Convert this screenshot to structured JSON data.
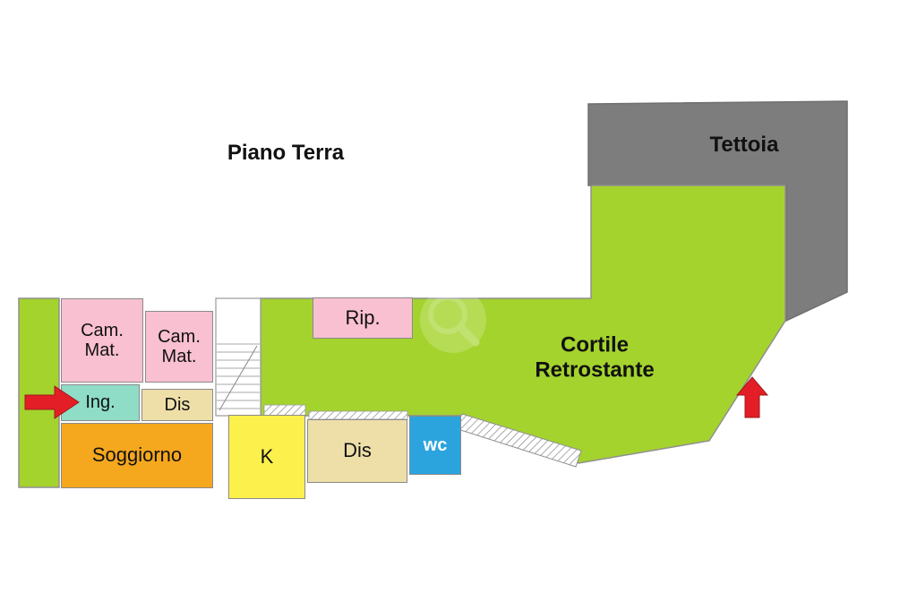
{
  "title": "Piano Terra",
  "colors": {
    "green": "#a4d32e",
    "gray": "#7d7d7d",
    "pink": "#f9c0d1",
    "teal": "#8fdcc7",
    "beige": "#eedfa9",
    "orange": "#f5a71e",
    "yellow": "#fcf04c",
    "blue": "#2ba4de",
    "arrow_red": "#e41e26"
  },
  "areas": {
    "tettoia": {
      "label": "Tettoia"
    },
    "cortile": {
      "label": "Cortile\nRetrostante"
    },
    "rip": {
      "label": "Rip."
    },
    "cam_mat_1": {
      "label": "Cam.\nMat."
    },
    "cam_mat_2": {
      "label": "Cam.\nMat."
    },
    "ing": {
      "label": "Ing."
    },
    "dis_1": {
      "label": "Dis"
    },
    "soggiorno": {
      "label": "Soggiorno"
    },
    "k": {
      "label": "K"
    },
    "dis_2": {
      "label": "Dis"
    },
    "wc": {
      "label": "wc"
    }
  }
}
